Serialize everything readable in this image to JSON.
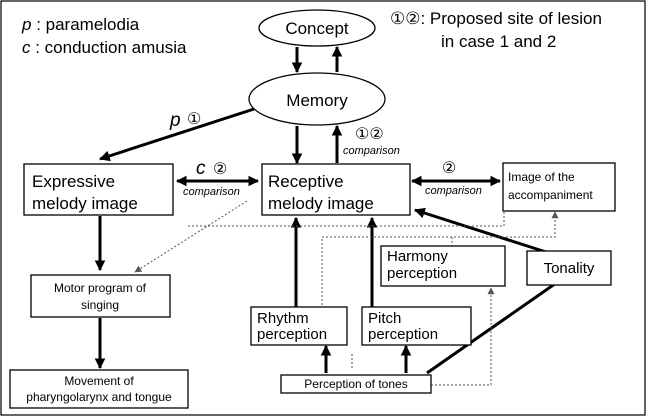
{
  "legend": {
    "p_symbol": "p",
    "p_text": " : paramelodia",
    "c_symbol": "c",
    "c_text": " : conduction amusia",
    "lesion_symbols": "①②",
    "lesion_line1": ": Proposed site of lesion",
    "lesion_line2": "in case 1 and 2"
  },
  "nodes": {
    "concept": "Concept",
    "memory": "Memory",
    "expressive_line1": "Expressive",
    "expressive_line2": "melody image",
    "receptive_line1": "Receptive",
    "receptive_line2": "melody image",
    "accompaniment_line1": "Image of the",
    "accompaniment_line2": "accompaniment",
    "motor_line1": "Motor program of",
    "motor_line2": "singing",
    "harmony_line1": "Harmony",
    "harmony_line2": "perception",
    "tonality": "Tonality",
    "rhythm_line1": "Rhythm",
    "rhythm_line2": "perception",
    "pitch_line1": "Pitch",
    "pitch_line2": "perception",
    "tones": "Perception of tones",
    "movement_line1": "Movement of",
    "movement_line2": "pharyngolarynx and tongue"
  },
  "annotations": {
    "p_label": "p",
    "site1": "①",
    "c_label": "c",
    "site2_left": "②",
    "comparison_left": "comparison",
    "site12_center": "①②",
    "comparison_center": "comparison",
    "site2_right": "②",
    "comparison_right": "comparison"
  }
}
